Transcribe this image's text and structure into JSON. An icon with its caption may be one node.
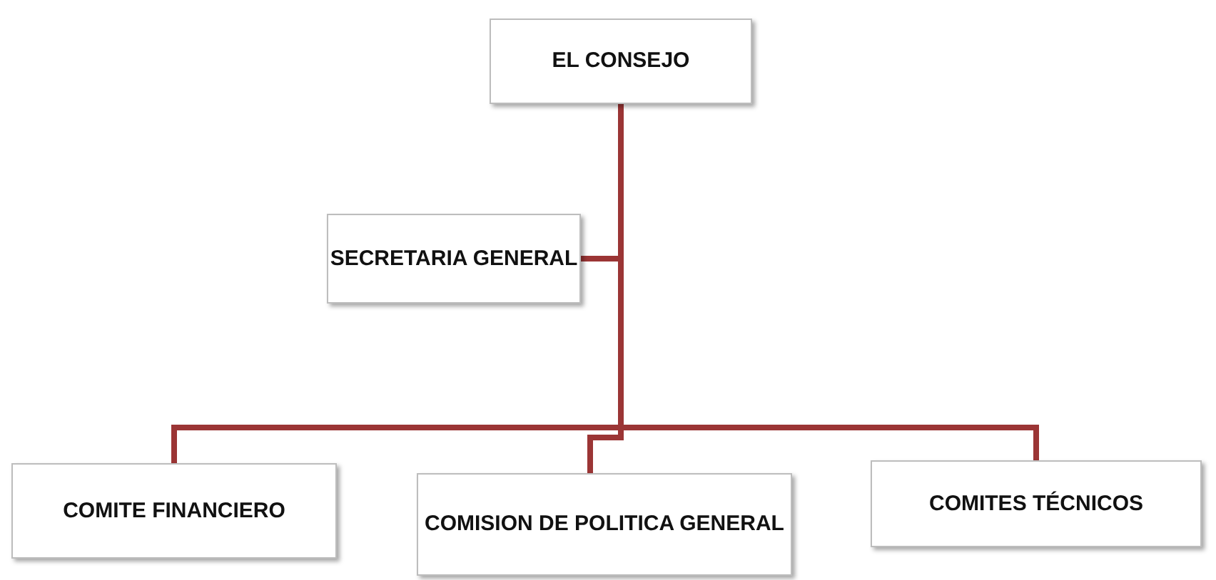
{
  "diagram": {
    "nodes": [
      {
        "text": [
          "EL CONSEJO"
        ]
      },
      {
        "text": [
          "SECRETARIA GENERAL"
        ]
      },
      {
        "text": [
          "COMITE FINANCIERO"
        ]
      },
      {
        "text": [
          "COMISION DE POLITICA GENERAL"
        ]
      },
      {
        "text": [
          "COMITES TÉCNICOS"
        ]
      }
    ],
    "edges": [
      {
        "from": 0,
        "to": 1,
        "arrow": "none"
      },
      {
        "from": 0,
        "to": 2,
        "arrow": "none"
      },
      {
        "from": 0,
        "to": 3,
        "arrow": "none"
      },
      {
        "from": 0,
        "to": 4,
        "arrow": "none"
      }
    ]
  }
}
